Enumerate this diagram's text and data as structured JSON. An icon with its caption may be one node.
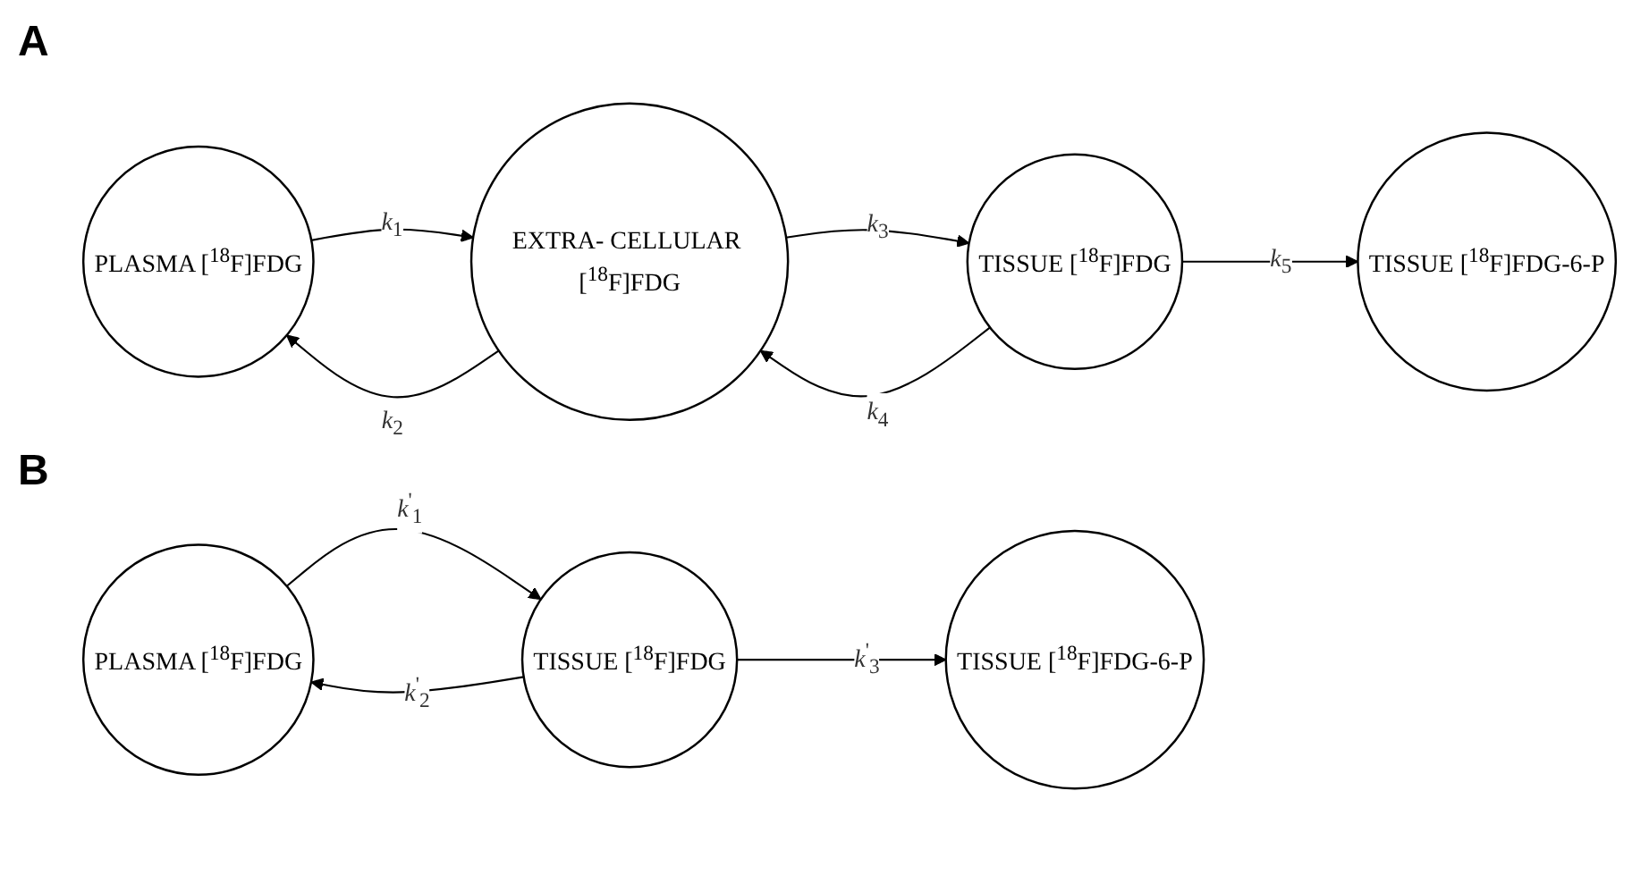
{
  "diagram": {
    "nodes": [
      {
        "text": [
          "PLASMA [$^{18}$F]FDG"
        ]
      },
      {
        "text": [
          "EXTRA- CELLULAR [$^{18}$F]FDG"
        ]
      },
      {
        "text": [
          "TISSUE [$^{18}$F]FDG"
        ]
      },
      {
        "text": [
          "TISSUE [$^{18}$F]FDG-6-P"
        ]
      },
      {
        "text": [
          "PLASMA [$^{18}$F]FDG"
        ]
      },
      {
        "text": [
          "TISSUE [$^{18}$F]FDG"
        ]
      },
      {
        "text": [
          "TISSUE [$^{18}$F]FDG-6-P"
        ]
      }
    ],
    "edges": [
      {
        "from": 0,
        "to": 1,
        "arrow": "to",
        "label": "*k*$_{1}$"
      },
      {
        "from": 1,
        "to": 0,
        "arrow": "to",
        "label": "*k*$_{2}$"
      },
      {
        "from": 1,
        "to": 2,
        "arrow": "to",
        "label": "*k*$_{3}$"
      },
      {
        "from": 2,
        "to": 1,
        "arrow": "to",
        "label": "*k*$_{4}$"
      },
      {
        "from": 2,
        "to": 3,
        "arrow": "to",
        "label": "*k*$_{5}$"
      },
      {
        "from": 4,
        "to": 5,
        "arrow": "to",
        "label": "*k*$^{'}$$_{1}$"
      },
      {
        "from": 5,
        "to": 4,
        "arrow": "to",
        "label": "*k*$^{'}$$_{2}$"
      },
      {
        "from": 5,
        "to": 6,
        "arrow": "to",
        "label": "*k*$^{'}$$_{3}$"
      }
    ],
    "labels": [
      "A",
      "B"
    ]
  }
}
